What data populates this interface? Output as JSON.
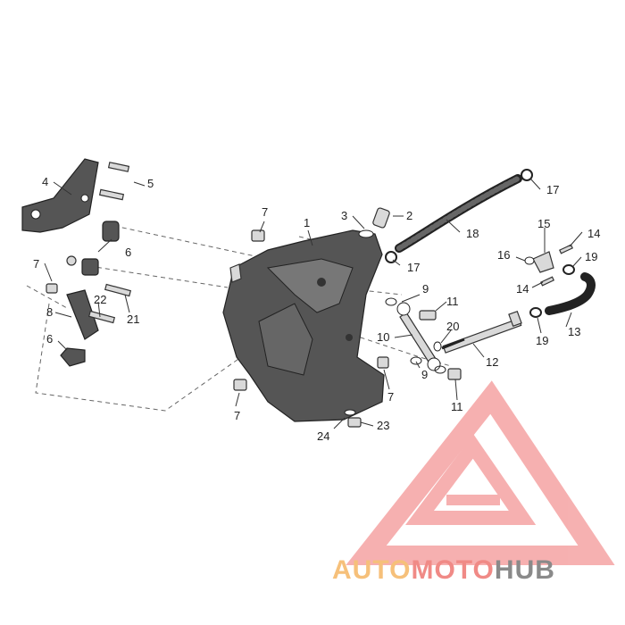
{
  "diagram": {
    "callouts": [
      {
        "label": "1"
      },
      {
        "label": "2"
      },
      {
        "label": "3"
      },
      {
        "label": "4"
      },
      {
        "label": "5"
      },
      {
        "label": "6"
      },
      {
        "label": "6"
      },
      {
        "label": "7"
      },
      {
        "label": "7"
      },
      {
        "label": "7"
      },
      {
        "label": "7"
      },
      {
        "label": "8"
      },
      {
        "label": "9"
      },
      {
        "label": "9"
      },
      {
        "label": "10"
      },
      {
        "label": "11"
      },
      {
        "label": "11"
      },
      {
        "label": "12"
      },
      {
        "label": "13"
      },
      {
        "label": "14"
      },
      {
        "label": "14"
      },
      {
        "label": "15"
      },
      {
        "label": "16"
      },
      {
        "label": "17"
      },
      {
        "label": "17"
      },
      {
        "label": "18"
      },
      {
        "label": "19"
      },
      {
        "label": "19"
      },
      {
        "label": "20"
      },
      {
        "label": "21"
      },
      {
        "label": "22"
      },
      {
        "label": "23"
      },
      {
        "label": "24"
      }
    ]
  },
  "watermark": {
    "part1": "AUTO",
    "part2": "MOTO",
    "part3": "HUB",
    "colors": {
      "auto": "#f6c07a",
      "moto": "#f08a86",
      "hub": "#8a8a8a",
      "logo": "#f5a3a3"
    }
  }
}
